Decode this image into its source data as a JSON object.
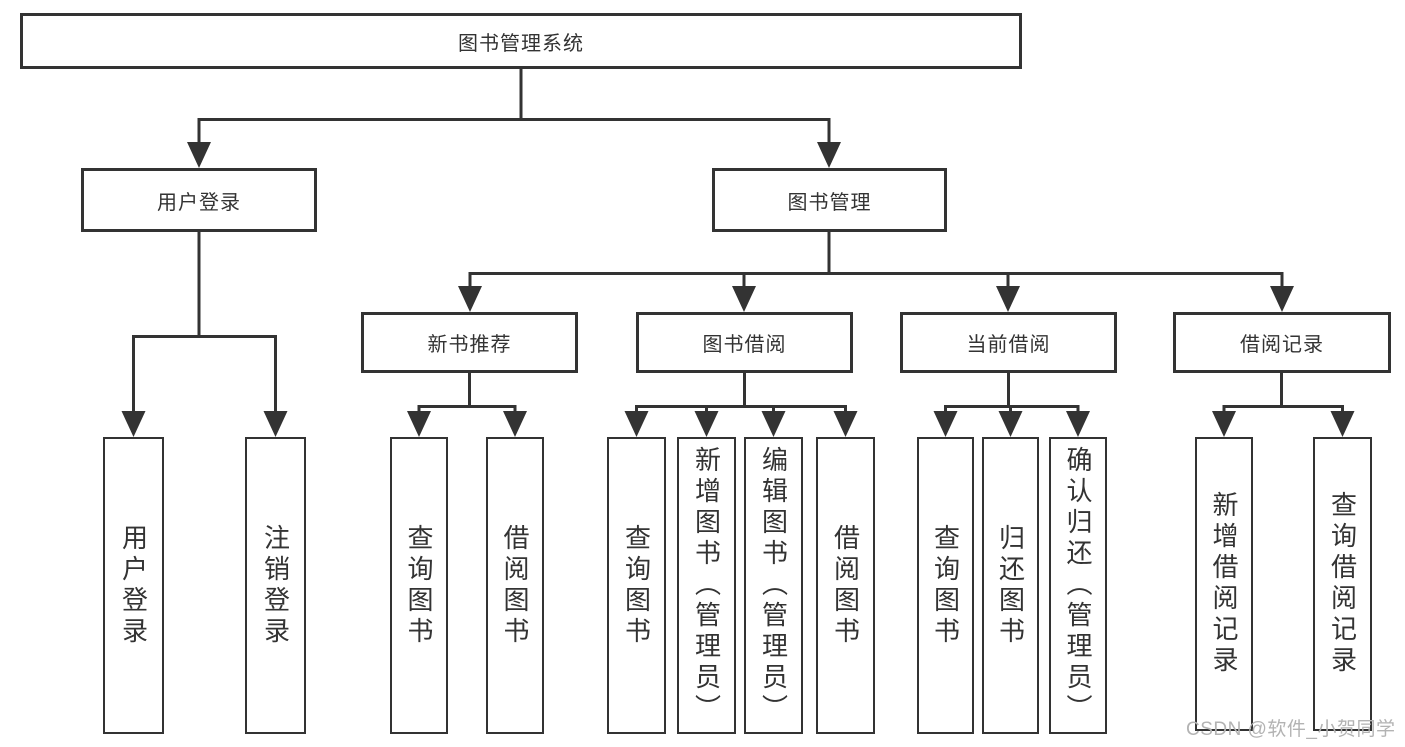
{
  "tree": {
    "root": {
      "label": "图书管理系统"
    },
    "branches": [
      {
        "label": "用户登录",
        "children": [
          {
            "label": "用户登录"
          },
          {
            "label": "注销登录"
          }
        ]
      },
      {
        "label": "图书管理",
        "children": [
          {
            "label": "新书推荐",
            "children": [
              {
                "label": "查询图书"
              },
              {
                "label": "借阅图书"
              }
            ]
          },
          {
            "label": "图书借阅",
            "children": [
              {
                "label": "查询图书"
              },
              {
                "label": "新增图书（管理员）"
              },
              {
                "label": "编辑图书（管理员）"
              },
              {
                "label": "借阅图书"
              }
            ]
          },
          {
            "label": "当前借阅",
            "children": [
              {
                "label": "查询图书"
              },
              {
                "label": "归还图书"
              },
              {
                "label": "确认归还（管理员）"
              }
            ]
          },
          {
            "label": "借阅记录",
            "children": [
              {
                "label": "新增借阅记录"
              },
              {
                "label": "查询借阅记录"
              }
            ]
          }
        ]
      }
    ]
  },
  "watermark": {
    "text": "CSDN @软件_小贺同学"
  },
  "colors": {
    "line": "#333333",
    "box_border": "#333333",
    "box_fill": "#ffffff",
    "text": "#333333",
    "watermark": "#b3b3b3",
    "background": "#ffffff"
  }
}
